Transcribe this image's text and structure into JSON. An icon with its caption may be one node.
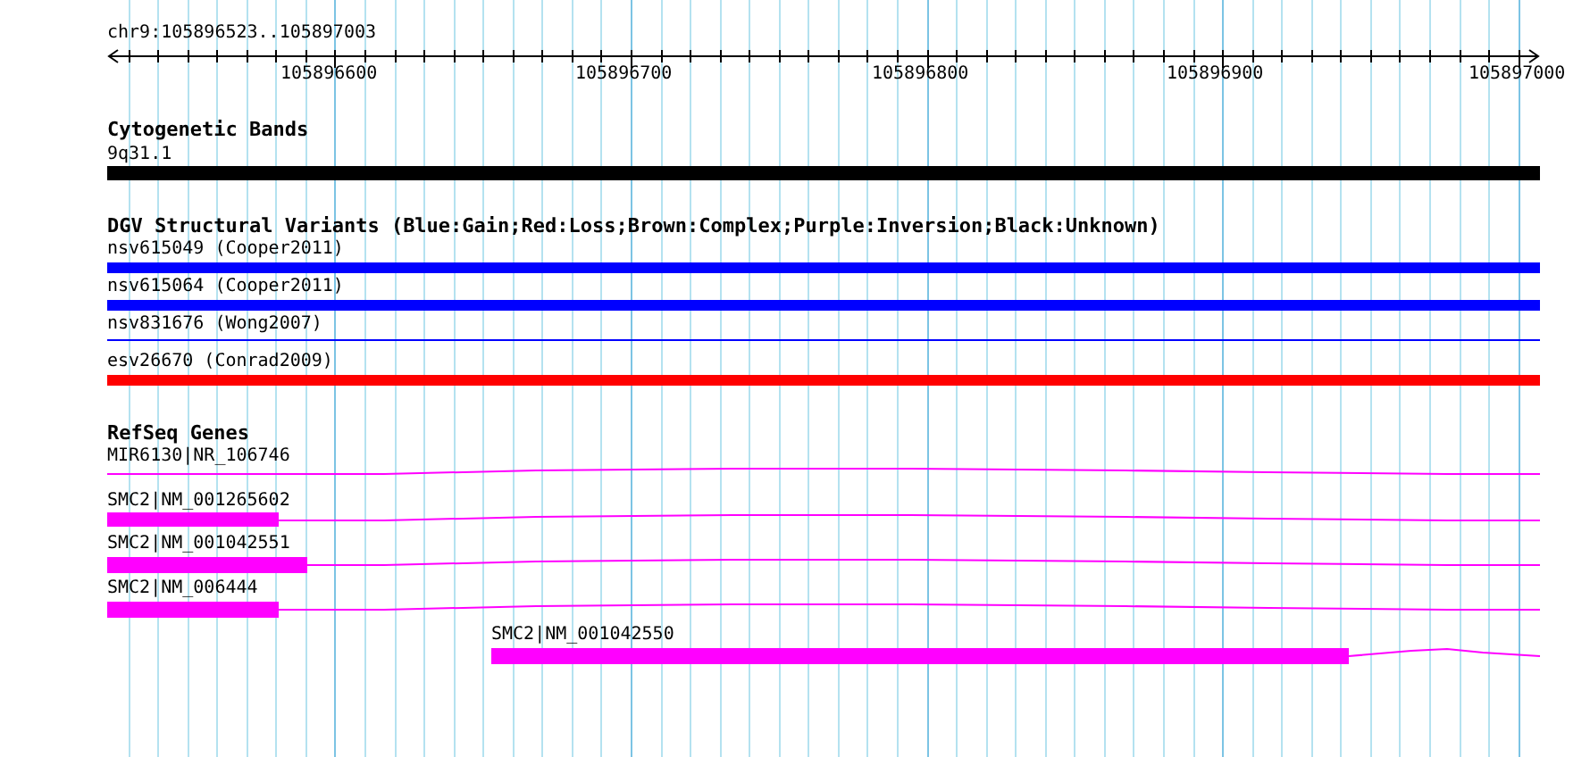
{
  "diagram": {
    "labels": [
      "chr9:105896523..105897003",
      "105896600",
      "105896700",
      "105896800",
      "105896900",
      "105897000",
      "Cytogenetic Bands",
      "9q31.1",
      "DGV Structural Variants (Blue:Gain;Red:Loss;Brown:Complex;Purple:Inversion;Black:Unknown)",
      "nsv615049 (Cooper2011)",
      "nsv615064 (Cooper2011)",
      "nsv831676 (Wong2007)",
      "esv26670 (Conrad2009)",
      "RefSeq Genes",
      "MIR6130|NR_106746",
      "SMC2|NM_001265602",
      "SMC2|NM_001042551",
      "SMC2|NM_006444",
      "SMC2|NM_001042550"
    ]
  }
}
